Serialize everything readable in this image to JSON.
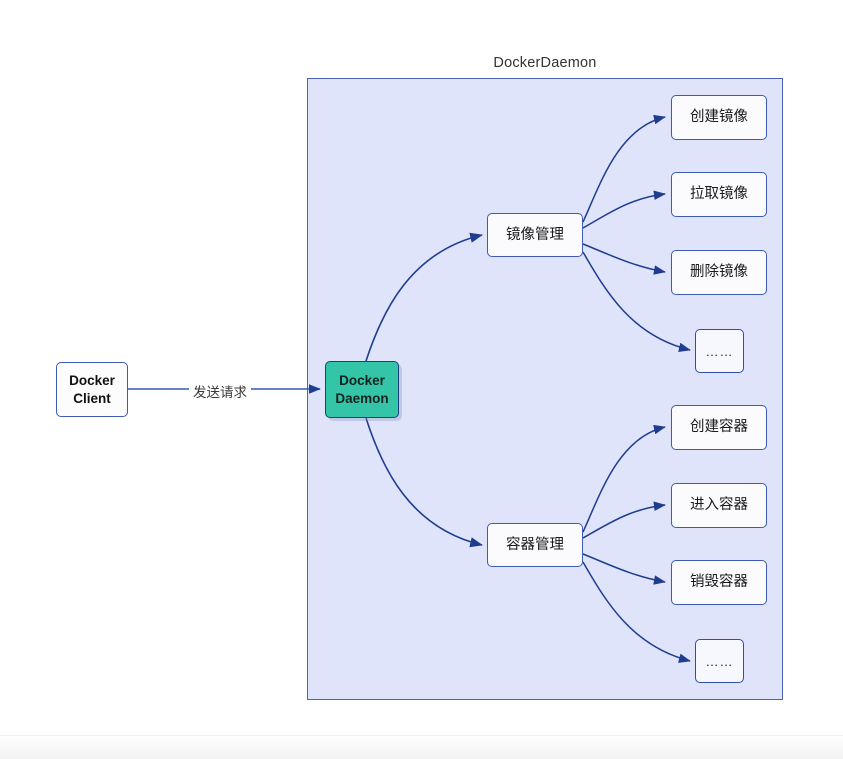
{
  "diagram": {
    "container": {
      "title": "DockerDaemon",
      "fill": "#dfe4fa",
      "stroke": "#4a63b5"
    },
    "nodes": {
      "client": {
        "line1": "Docker",
        "line2": "Client"
      },
      "daemon": {
        "line1": "Docker",
        "line2": "Daemon",
        "fill": "#34c4a8",
        "stroke": "#1c3f83"
      },
      "image_mgmt": {
        "label": "镜像管理"
      },
      "container_mgmt": {
        "label": "容器管理"
      },
      "image_ops": [
        {
          "label": "创建镜像"
        },
        {
          "label": "拉取镜像"
        },
        {
          "label": "删除镜像"
        },
        {
          "label": "……"
        }
      ],
      "container_ops": [
        {
          "label": "创建容器"
        },
        {
          "label": "进入容器"
        },
        {
          "label": "销毁容器"
        },
        {
          "label": "……"
        }
      ]
    },
    "edges": {
      "client_to_daemon_label": "发送请求",
      "stroke": "#1f3d8f"
    }
  }
}
